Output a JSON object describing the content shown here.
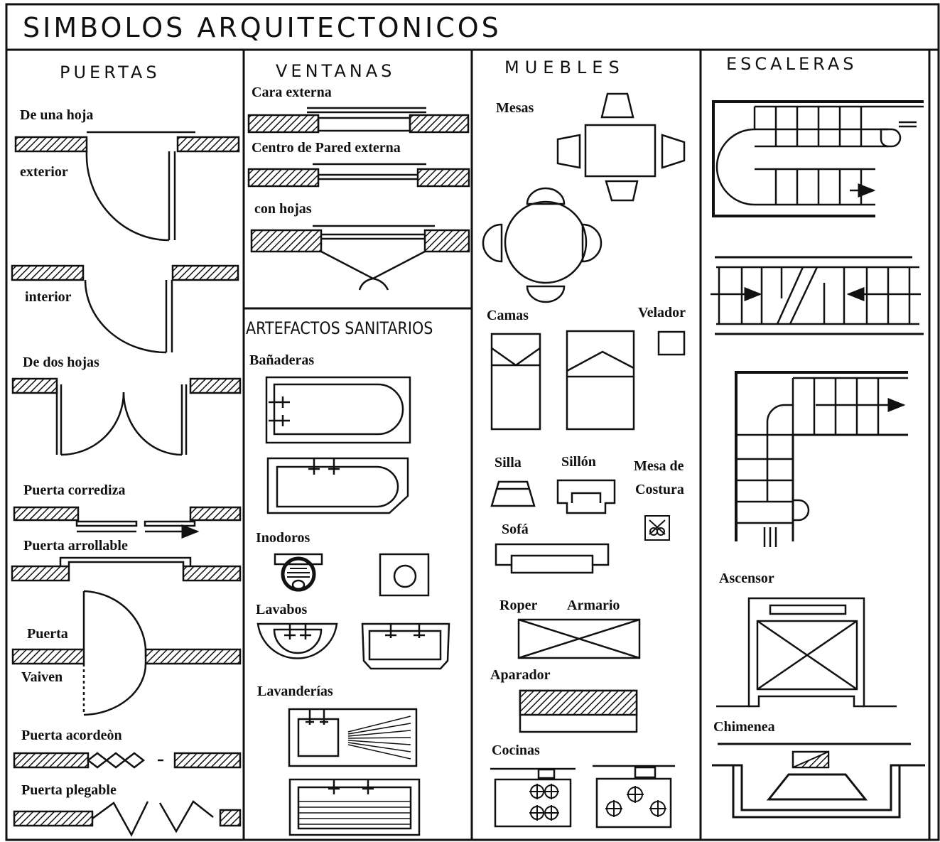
{
  "title": "SIMBOLOS  ARQUITECTONICOS",
  "columns": {
    "puertas": {
      "heading": "PUERTAS",
      "labels": {
        "una_hoja": "De una hoja",
        "exterior": "exterior",
        "interior": "interior",
        "dos_hojas": "De dos hojas",
        "corrediza": "Puerta corrediza",
        "arrollable": "Puerta arrollable",
        "vaiven_1": "Puerta",
        "vaiven_2": "Vaiven",
        "acordeon": "Puerta acordeòn",
        "plegable": "Puerta plegable"
      }
    },
    "ventanas": {
      "heading": "VENTANAS",
      "labels": {
        "cara_externa": "Cara externa",
        "centro_pared": "Centro de Pared  externa",
        "con_hojas": "con hojas"
      }
    },
    "sanitarios": {
      "heading": "ARTEFACTOS SANITARIOS",
      "labels": {
        "banaderas": "Bañaderas",
        "inodoros": "Inodoros",
        "lavabos": "Lavabos",
        "lavanderias": "Lavanderías"
      }
    },
    "muebles": {
      "heading": "MUEBLES",
      "labels": {
        "mesas": "Mesas",
        "camas": "Camas",
        "velador": "Velador",
        "silla": "Silla",
        "sillon": "Sillón",
        "mesa_costura_1": "Mesa de",
        "mesa_costura_2": "Costura",
        "sofa": "Sofá",
        "roper": "Roper",
        "armario": "Armario",
        "aparador": "Aparador",
        "cocinas": "Cocinas"
      }
    },
    "escaleras": {
      "heading": "ESCALERAS",
      "labels": {
        "ascensor": "Ascensor",
        "chimenea": "Chimenea"
      }
    }
  }
}
